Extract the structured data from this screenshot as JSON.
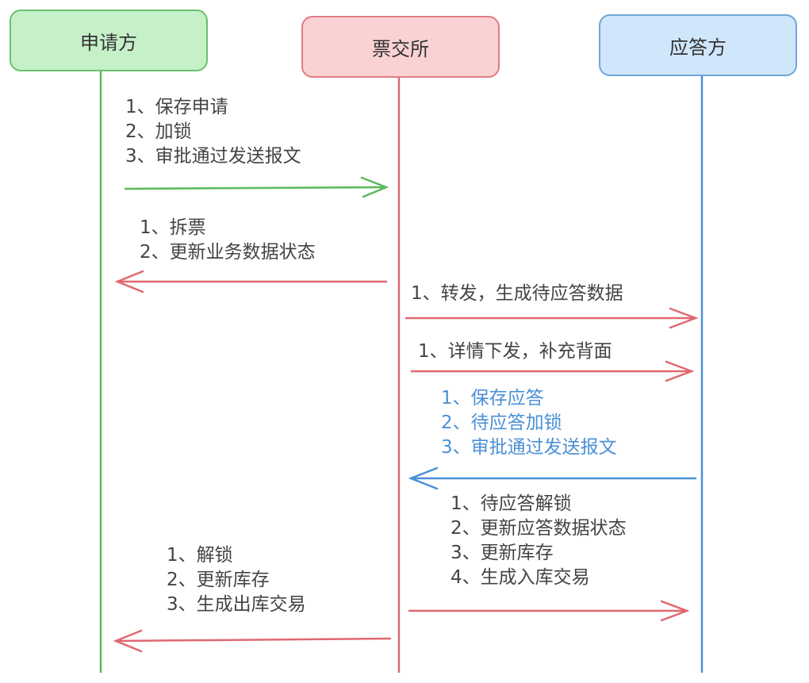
{
  "actors": {
    "applicant": "申请方",
    "exchange": "票交所",
    "responder": "应答方"
  },
  "colors": {
    "green": "#5cb85c",
    "red": "#e06870",
    "blue": "#4a90d6",
    "text": "#444444"
  },
  "messages": [
    {
      "lines": [
        "1、保存申请",
        "2、加锁",
        "3、审批通过发送报文"
      ]
    },
    {
      "lines": [
        "1、拆票",
        "2、更新业务数据状态"
      ]
    },
    {
      "lines": [
        "1、转发，生成待应答数据"
      ]
    },
    {
      "lines": [
        "1、详情下发，补充背面"
      ]
    },
    {
      "lines": [
        "1、保存应答",
        "2、待应答加锁",
        "3、审批通过发送报文"
      ]
    },
    {
      "lines": [
        "1、待应答解锁",
        "2、更新应答数据状态",
        "3、更新库存",
        "4、生成入库交易"
      ]
    },
    {
      "lines": [
        "1、解锁",
        "2、更新库存",
        "3、生成出库交易"
      ]
    }
  ]
}
